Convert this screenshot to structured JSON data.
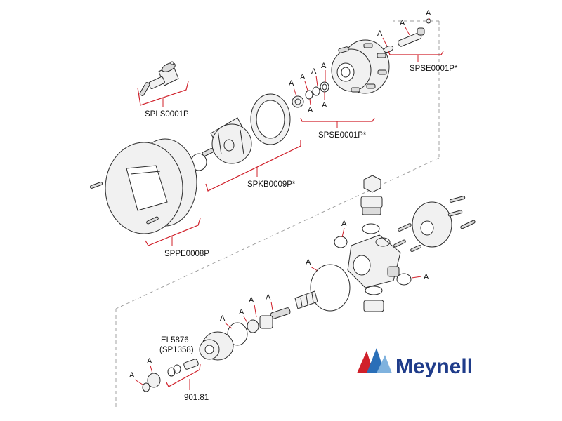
{
  "labels": {
    "spls": "SPLS0001P",
    "spse_top": "SPSE0001P*",
    "spse_mid": "SPSE0001P*",
    "spkb": "SPKB0009P*",
    "sppe": "SPPE0008P",
    "el5876": "EL5876",
    "sp1358": "(SP1358)",
    "p90181": "901.81"
  },
  "marker": "A",
  "brand": {
    "name": "Meynell",
    "text_color": "#1f3c8a",
    "accent_red": "#d0202a",
    "accent_blue": "#2a6fb8"
  }
}
